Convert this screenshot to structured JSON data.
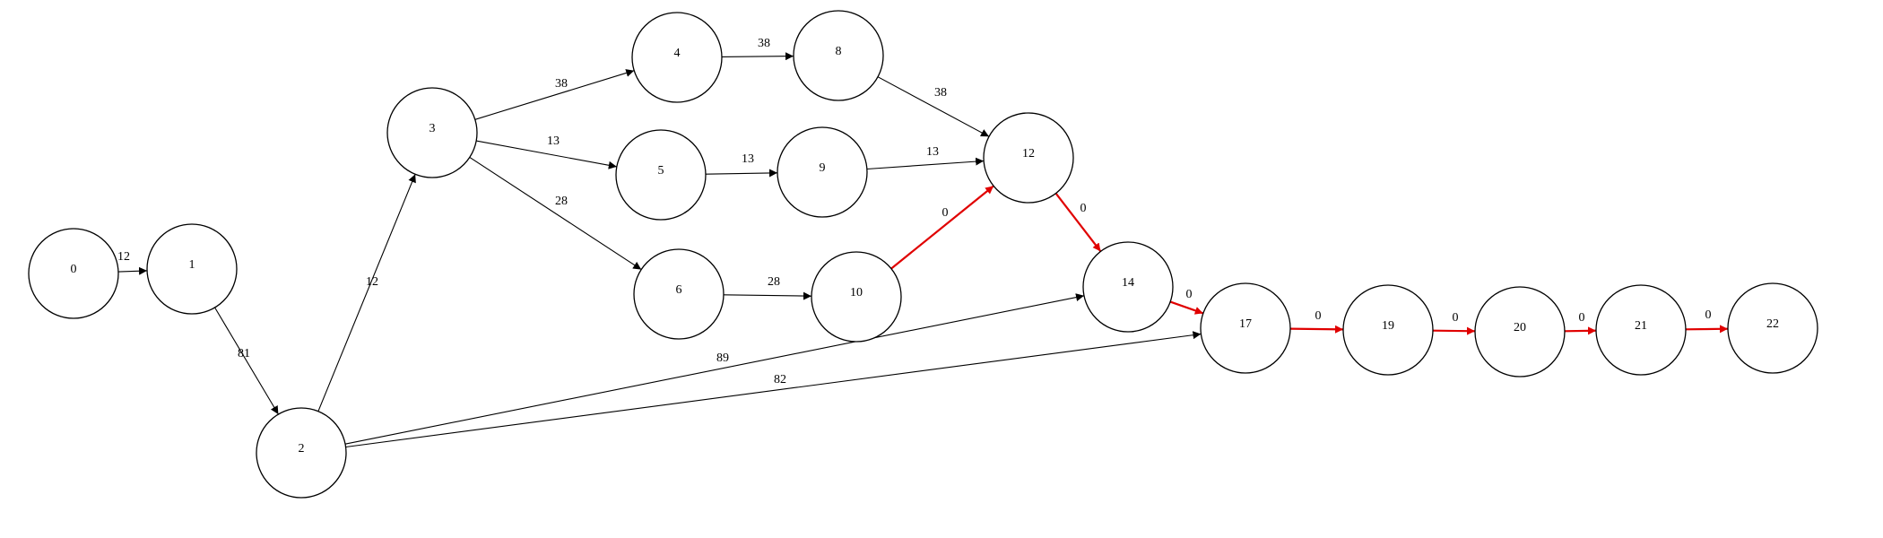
{
  "diagram": {
    "type": "network",
    "colors": {
      "normal_edge": "#000000",
      "critical_edge": "#e00000",
      "node_fill": "#ffffff",
      "node_stroke": "#000000"
    },
    "nodes": [
      {
        "id": "0",
        "label": "0"
      },
      {
        "id": "1",
        "label": "1"
      },
      {
        "id": "2",
        "label": "2"
      },
      {
        "id": "3",
        "label": "3"
      },
      {
        "id": "4",
        "label": "4"
      },
      {
        "id": "5",
        "label": "5"
      },
      {
        "id": "6",
        "label": "6"
      },
      {
        "id": "8",
        "label": "8"
      },
      {
        "id": "9",
        "label": "9"
      },
      {
        "id": "10",
        "label": "10"
      },
      {
        "id": "12",
        "label": "12"
      },
      {
        "id": "14",
        "label": "14"
      },
      {
        "id": "17",
        "label": "17"
      },
      {
        "id": "19",
        "label": "19"
      },
      {
        "id": "20",
        "label": "20"
      },
      {
        "id": "21",
        "label": "21"
      },
      {
        "id": "22",
        "label": "22"
      }
    ],
    "edges": [
      {
        "from": "0",
        "to": "1",
        "label": "12",
        "critical": false
      },
      {
        "from": "1",
        "to": "2",
        "label": "81",
        "critical": false
      },
      {
        "from": "2",
        "to": "3",
        "label": "12",
        "critical": false
      },
      {
        "from": "3",
        "to": "4",
        "label": "38",
        "critical": false
      },
      {
        "from": "3",
        "to": "5",
        "label": "13",
        "critical": false
      },
      {
        "from": "3",
        "to": "6",
        "label": "28",
        "critical": false
      },
      {
        "from": "4",
        "to": "8",
        "label": "38",
        "critical": false
      },
      {
        "from": "5",
        "to": "9",
        "label": "13",
        "critical": false
      },
      {
        "from": "6",
        "to": "10",
        "label": "28",
        "critical": false
      },
      {
        "from": "8",
        "to": "12",
        "label": "38",
        "critical": false
      },
      {
        "from": "9",
        "to": "12",
        "label": "13",
        "critical": false
      },
      {
        "from": "10",
        "to": "12",
        "label": "0",
        "critical": true
      },
      {
        "from": "12",
        "to": "14",
        "label": "0",
        "critical": true
      },
      {
        "from": "2",
        "to": "14",
        "label": "89",
        "critical": false
      },
      {
        "from": "2",
        "to": "17",
        "label": "82",
        "critical": false
      },
      {
        "from": "14",
        "to": "17",
        "label": "0",
        "critical": true
      },
      {
        "from": "17",
        "to": "19",
        "label": "0",
        "critical": true
      },
      {
        "from": "19",
        "to": "20",
        "label": "0",
        "critical": true
      },
      {
        "from": "20",
        "to": "21",
        "label": "0",
        "critical": true
      },
      {
        "from": "21",
        "to": "22",
        "label": "0",
        "critical": true
      }
    ]
  }
}
